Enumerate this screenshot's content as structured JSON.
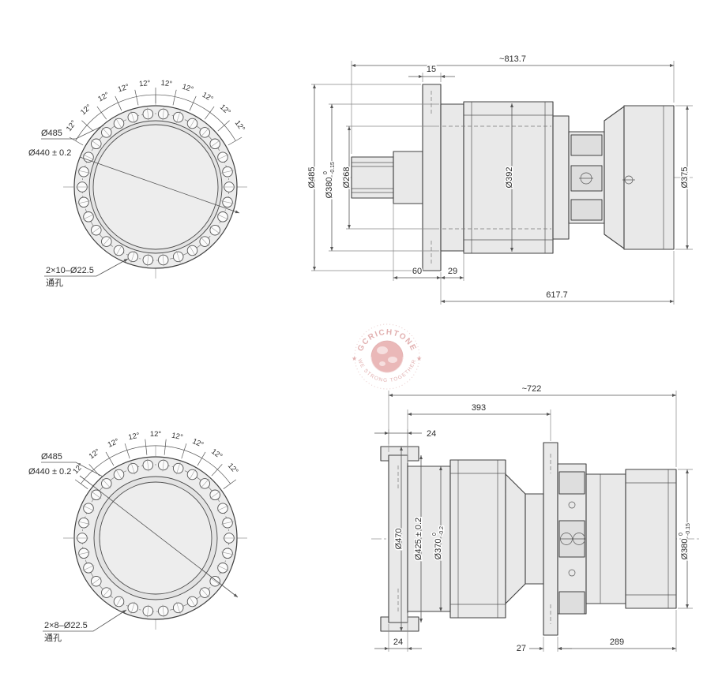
{
  "watermark": {
    "brand": "GCRICHTONE",
    "tagline": "WE STRONG TOGETHER",
    "star": "★"
  },
  "views": {
    "top_front": {
      "angle_labels": [
        "12°",
        "12°",
        "12°",
        "12°",
        "12°",
        "12°",
        "12°",
        "12°",
        "12°",
        "12°"
      ],
      "outer_diameter": "Ø485",
      "bolt_circle": "Ø440 ± 0.2",
      "holes_callout": "2×10–Ø22.5",
      "holes_type": "通孔"
    },
    "top_side": {
      "overall": "~813.7",
      "flange_thk": "15",
      "dia_flange": "Ø485",
      "dia_spigot": "Ø380",
      "dia_spigot_tol_upper": "0",
      "dia_spigot_tol_lower": "-0.15",
      "dia_bore": "Ø268",
      "dia_housing": "Ø392",
      "dia_motor": "Ø375",
      "dim_a": "60",
      "dim_b": "29",
      "length_rear": "617.7"
    },
    "bottom_front": {
      "angle_labels": [
        "12°",
        "12°",
        "12°",
        "12°",
        "12°",
        "12°",
        "12°",
        "12°",
        "12°"
      ],
      "outer_diameter": "Ø485",
      "bolt_circle": "Ø440 ± 0.2",
      "holes_callout": "2×8–Ø22.5",
      "holes_type": "通孔"
    },
    "bottom_side": {
      "overall": "~722",
      "length_mid": "393",
      "flange_thk_top": "24",
      "dia_flange": "Ø470",
      "dia_pilot": "Ø425 ± 0.2",
      "dia_spigot": "Ø370",
      "dia_spigot_tol_upper": "0",
      "dia_spigot_tol_lower": "-0.2",
      "dia_motor": "Ø380",
      "dia_motor_tol_upper": "0",
      "dia_motor_tol_lower": "-0.15",
      "dim_a": "24",
      "dim_b": "27",
      "dim_c": "289"
    }
  }
}
